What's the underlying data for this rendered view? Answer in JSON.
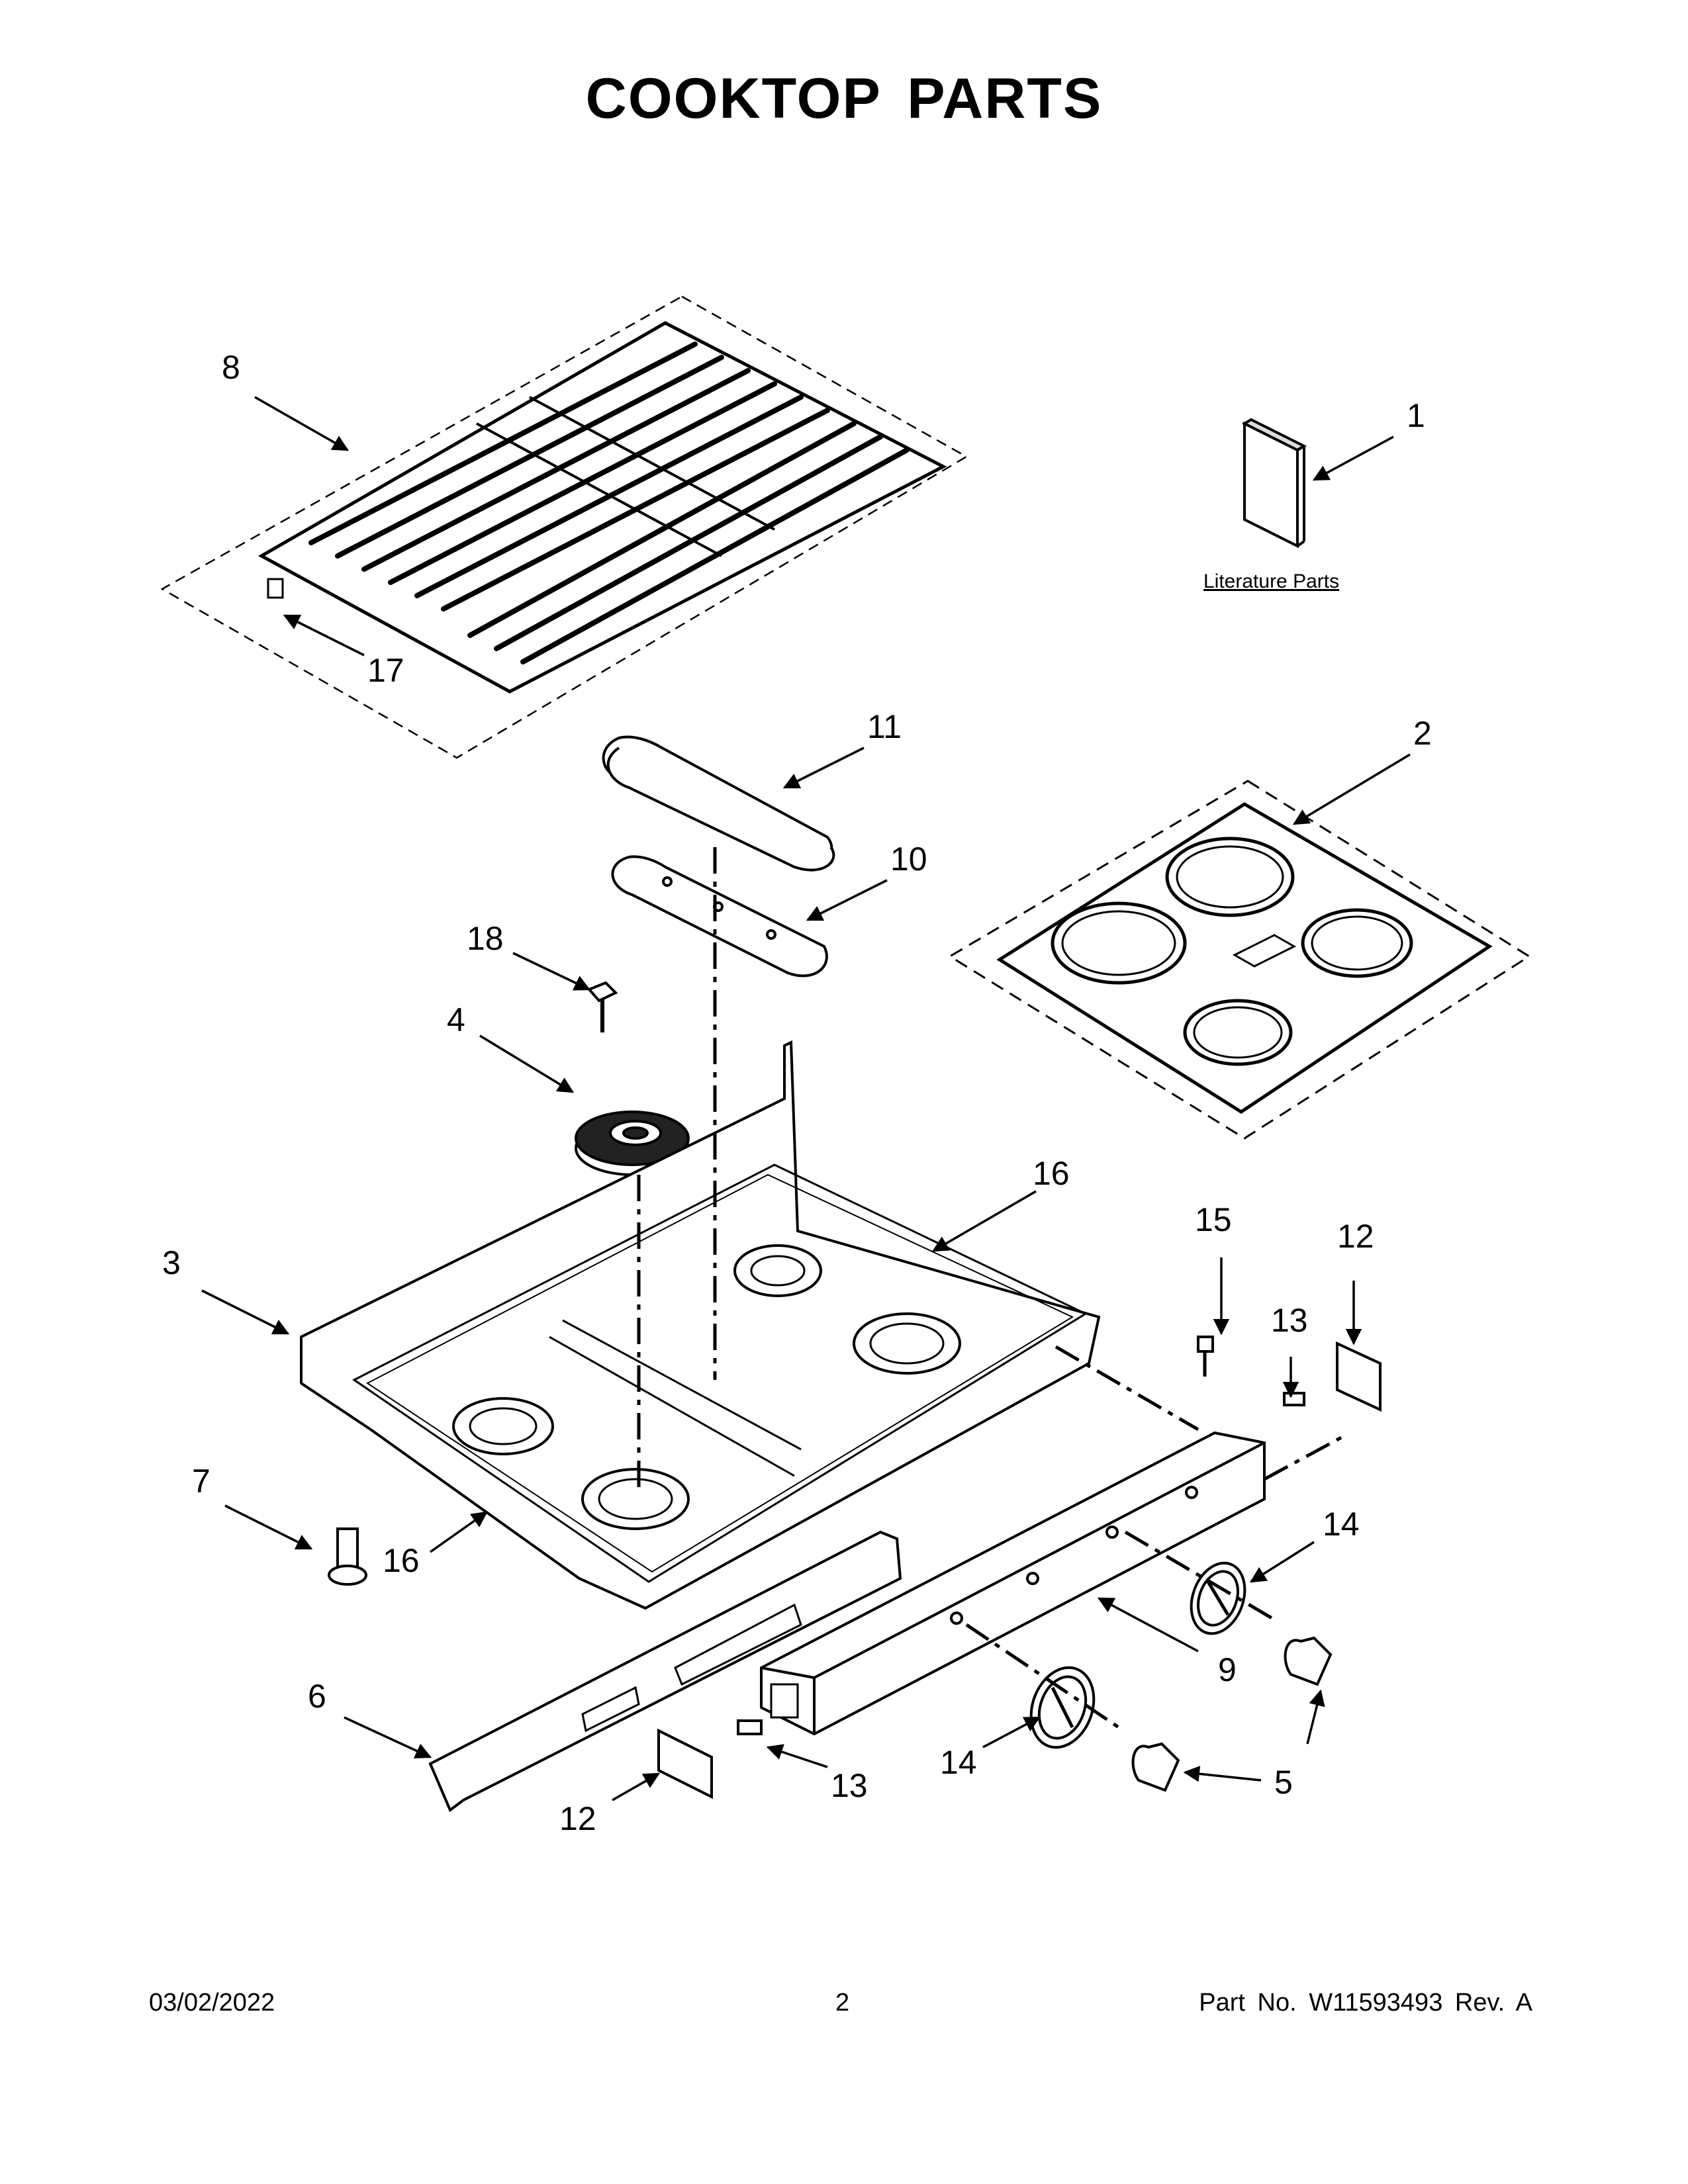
{
  "page": {
    "title": "COOKTOP PARTS",
    "literature_label": "Literature Parts"
  },
  "callouts": {
    "c1": "1",
    "c2": "2",
    "c3": "3",
    "c4": "4",
    "c5": "5",
    "c6": "6",
    "c7": "7",
    "c8": "8",
    "c9": "9",
    "c10": "10",
    "c11": "11",
    "c12a": "12",
    "c12b": "12",
    "c13a": "13",
    "c13b": "13",
    "c14a": "14",
    "c14b": "14",
    "c15": "15",
    "c16a": "16",
    "c16b": "16",
    "c17": "17",
    "c18": "18"
  },
  "footer": {
    "date": "03/02/2022",
    "page_number": "2",
    "part_number": "Part No.  W11593493  Rev.  A"
  }
}
